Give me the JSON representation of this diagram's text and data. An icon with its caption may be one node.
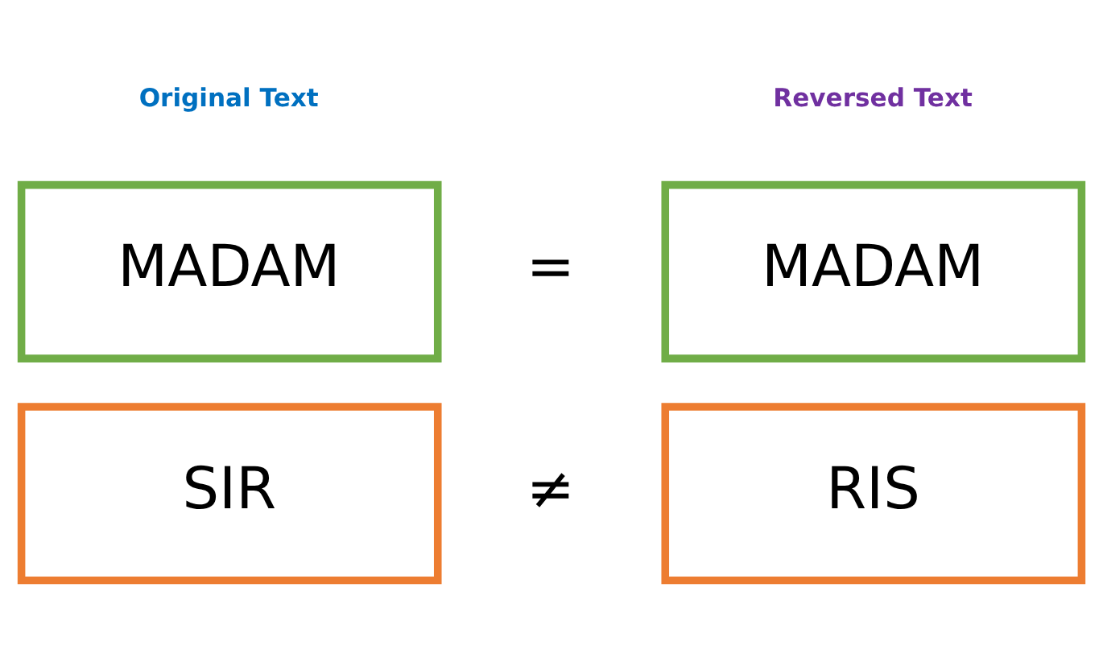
{
  "diagram": {
    "nodes": [
      {
        "text": [
          "MADAM"
        ]
      },
      {
        "text": [
          "MADAM"
        ]
      },
      {
        "text": [
          "SIR"
        ]
      },
      {
        "text": [
          "RIS"
        ]
      }
    ],
    "labels": [
      "Original Text",
      "Reversed Text",
      "=",
      "≠"
    ]
  }
}
